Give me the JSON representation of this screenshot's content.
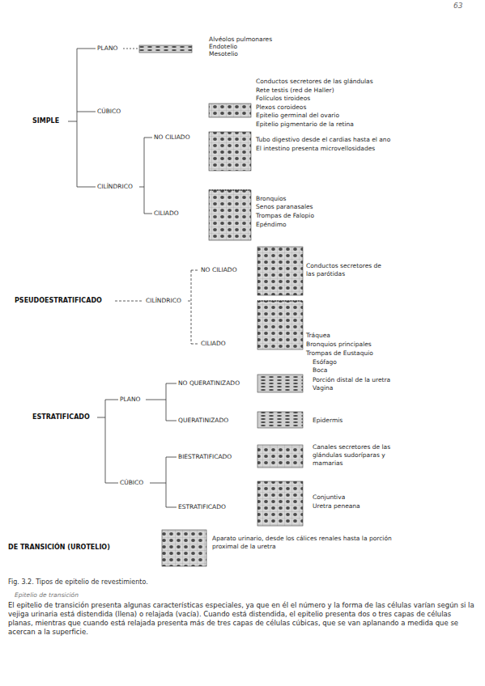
{
  "diagram": {
    "caption": "Fig. 3.2. Tipos de epitelio de revestimiento.",
    "labels": [
      "63",
      "SIMPLE",
      "PLANO",
      "Alvéolos pulmonares",
      "Endotelio",
      "Mesotelio",
      "CÚBICO",
      "Conductos secretores de las glándulas",
      "Rete testis (red de Haller)",
      "Folículos tiroideos",
      "Plexos coroideos",
      "Epitelio germinal del ovario",
      "Epitelio pigmentario de la retina",
      "CILÍNDRICO",
      "NO CILIADO",
      "Tubo digestivo desde el cardias hasta el ano",
      "El intestino presenta microvellosidades",
      "CILIADO",
      "Bronquios",
      "Senos paranasales",
      "Trompas de Falopio",
      "Epéndimo",
      "PSEUDOESTRATIFICADO",
      "CILÍNDRICO",
      "NO CILIADO",
      "Conductos secretores de las parótidas",
      "CILIADO",
      "Tráquea",
      "Bronquios principales",
      "Trompas de Eustaquio",
      "ESTRATIFICADO",
      "PLANO",
      "NO QUERATINIZADO",
      "Esófago",
      "Boca",
      "Porción distal de la uretra",
      "Vagina",
      "QUERATINIZADO",
      "Epidermis",
      "CÚBICO",
      "BIESTRATIFICADO",
      "Canales secretores de las glándulas sudoríparas y mamarias",
      "ESTRATIFICADO",
      "Conjuntiva",
      "Uretra peneana",
      "DE TRANSICIÓN (UROTELIO)",
      "Aparato urinario, desde los cálices renales hasta la porción proximal de la uretra",
      "Epitelio de transición",
      "El epitelio de transición presenta algunas características especiales, ya que en él el número y la forma de las células varían según si la vejiga urinaria está distendida (llena) o relajada (vacía). Cuando está distendida, el epitelio presenta dos o tres capas de células planas, mientras que cuando está relajada presenta más de tres capas de células cúbicas, que se van aplanando a medida que se acercan a la superficie."
    ]
  }
}
